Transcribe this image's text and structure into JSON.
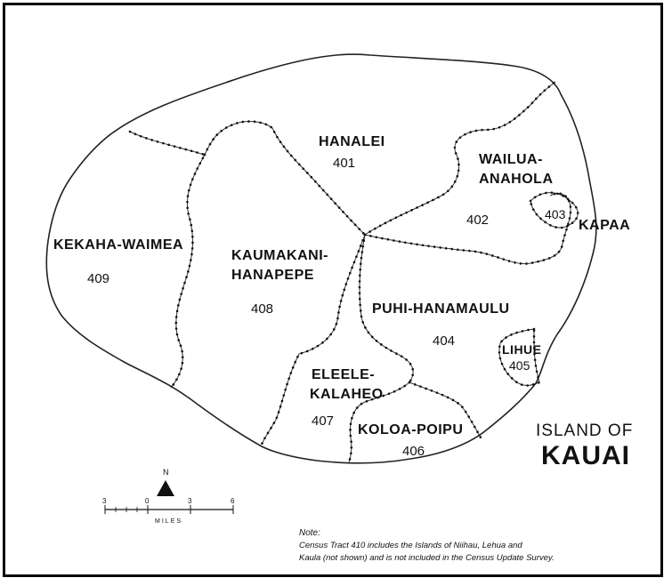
{
  "map": {
    "island_title_line1": "ISLAND OF",
    "island_title_line2": "KAUAI",
    "tracts": [
      {
        "name": "HANALEI",
        "number": "401"
      },
      {
        "name_line1": "WAILUA-",
        "name_line2": "ANAHOLA",
        "number": "402"
      },
      {
        "name": "KAPAA",
        "number": "403"
      },
      {
        "name": "PUHI-HANAMAULU",
        "number": "404"
      },
      {
        "name": "LIHUE",
        "number": "405"
      },
      {
        "name": "KOLOA-POIPU",
        "number": "406"
      },
      {
        "name_line1": "ELEELE-",
        "name_line2": "KALAHEO",
        "number": "407"
      },
      {
        "name_line1": "KAUMAKANI-",
        "name_line2": "HANAPEPE",
        "number": "408"
      },
      {
        "name": "KEKAHA-WAIMEA",
        "number": "409"
      }
    ],
    "north_arrow_label": "N",
    "scale": {
      "ticks": [
        "3",
        "0",
        "3",
        "6"
      ],
      "unit": "MILES"
    },
    "note": {
      "heading": "Note:",
      "line1": "Census Tract 410 includes the Islands of Niihau, Lehua and",
      "line2": "Kaula (not shown) and is not included in the Census Update Survey."
    },
    "colors": {
      "ink": "#111111",
      "background": "#ffffff"
    }
  }
}
